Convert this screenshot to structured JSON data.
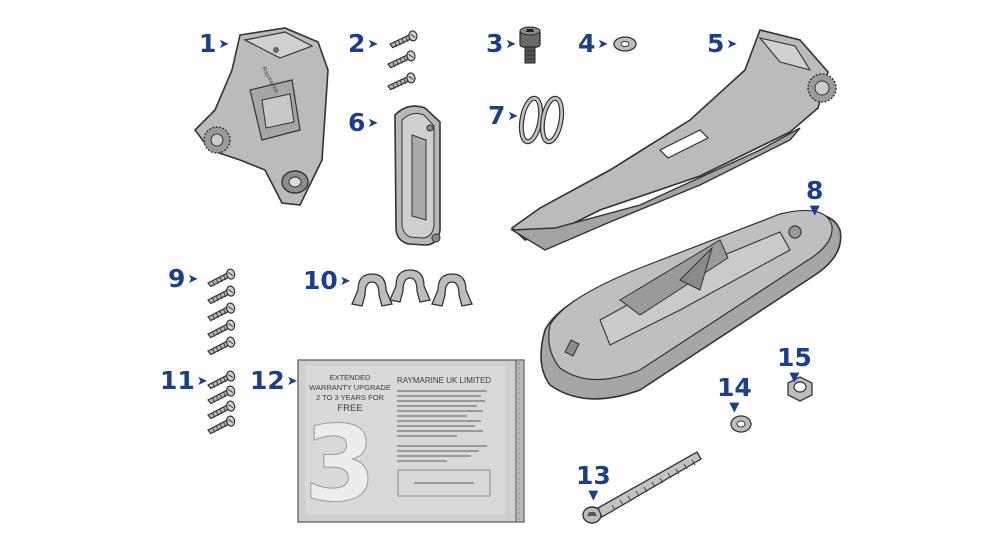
{
  "colors": {
    "callout": "#1b3f8b",
    "part_fill": "#b9b9b9",
    "part_fill_light": "#d2d2d2",
    "part_fill_dark": "#8a8a8a",
    "outline": "#333333"
  },
  "callouts": [
    {
      "number": "1"
    },
    {
      "number": "2"
    },
    {
      "number": "3"
    },
    {
      "number": "4"
    },
    {
      "number": "5"
    },
    {
      "number": "6"
    },
    {
      "number": "7"
    },
    {
      "number": "8"
    },
    {
      "number": "9"
    },
    {
      "number": "10"
    },
    {
      "number": "11"
    },
    {
      "number": "12"
    },
    {
      "number": "13"
    },
    {
      "number": "14"
    },
    {
      "number": "15"
    }
  ],
  "warranty_card": {
    "heading_line1": "EXTENDED",
    "heading_line2": "WARRANTY UPGRADE",
    "heading_line3": "2 TO 3 YEARS FOR",
    "heading_line4": "FREE",
    "big_numeral": "3",
    "company": "RAYMARINE UK LIMITED"
  },
  "bracket_logo_text": "Raymarine"
}
